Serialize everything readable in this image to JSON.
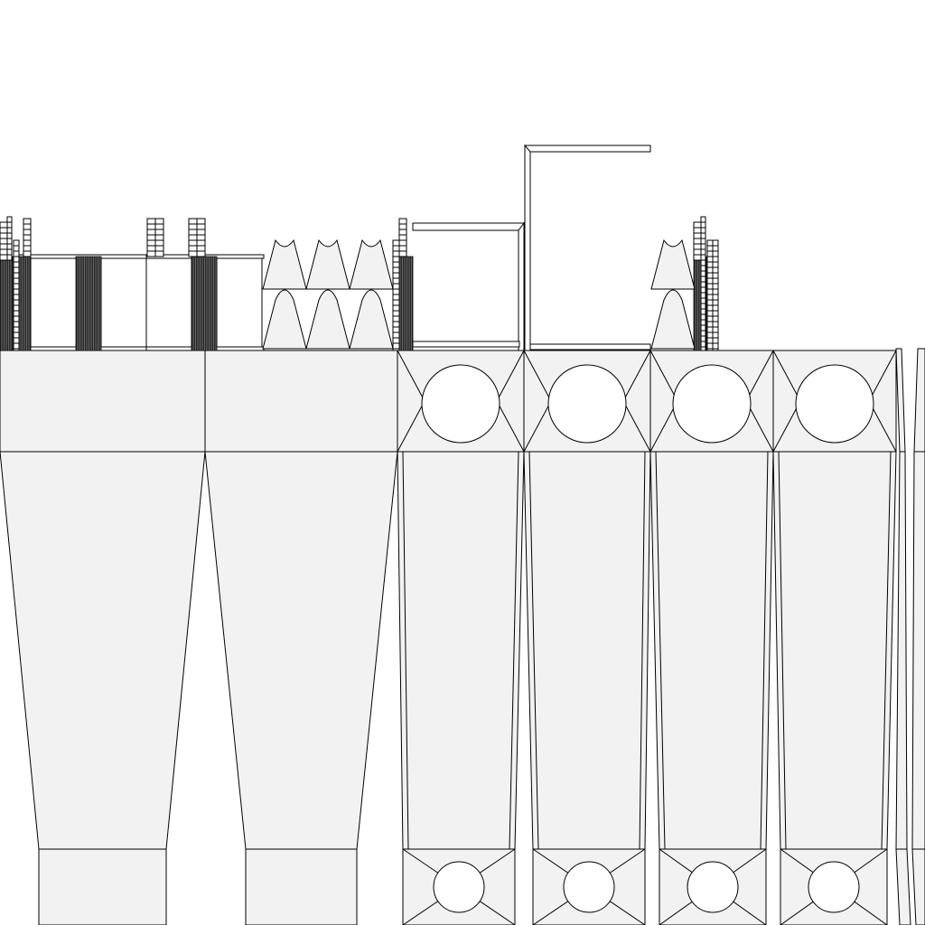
{
  "diagram": {
    "kind": "texture-unwrap-template",
    "background_color": "#ffffff",
    "face_color": "#f2f2f2",
    "line_color": "#000000",
    "dark_strip_color": "#2b2b2b",
    "parts": {
      "tapered_panels": 2,
      "panels_with_circles": 4,
      "cone_shapes": 7,
      "thin_side_strips": 2
    }
  }
}
